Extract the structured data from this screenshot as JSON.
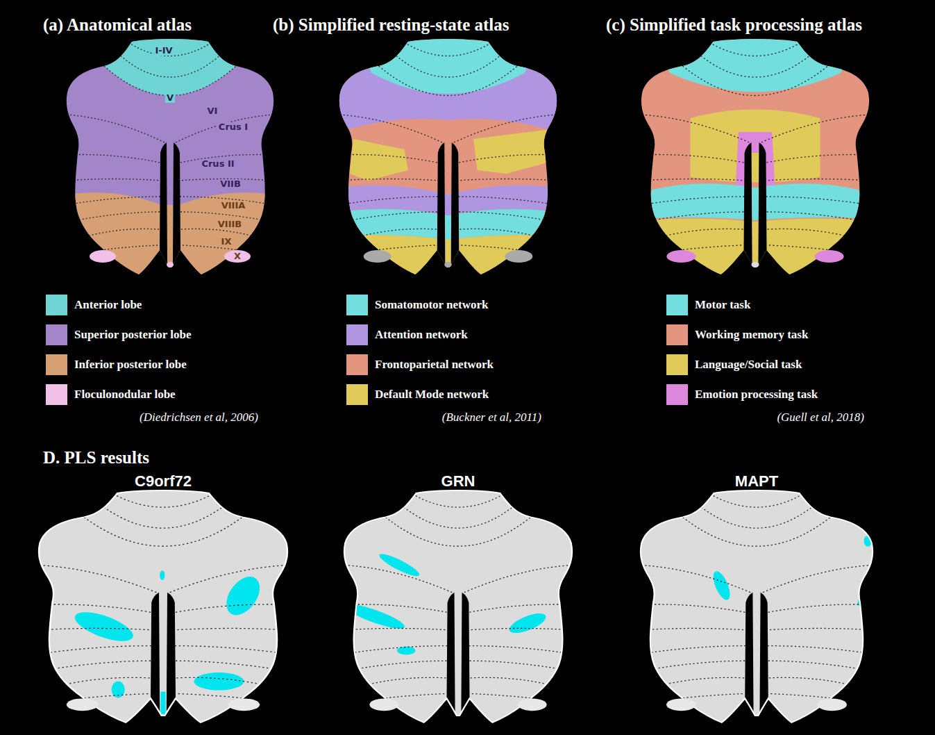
{
  "diagram": {
    "labels": [
      "(a) Anatomical atlas",
      "(b) Simplified resting-state atlas",
      "(c) Simplified task processing atlas",
      "I-IV",
      "V",
      "VI",
      "Crus I",
      "Crus II",
      "VIIB",
      "VIIIA",
      "VIIIB",
      "IX",
      "X",
      "(Diedrichsen et al, 2006)",
      "(Buckner et al, 2011)",
      "(Guell et al, 2018)",
      "D. PLS results",
      "C9orf72",
      "GRN",
      "MAPT"
    ],
    "legend": [
      {
        "text": "Anterior lobe",
        "color": "#6fd4d4"
      },
      {
        "text": "Superior posterior lobe",
        "color": "#a385c9"
      },
      {
        "text": "Inferior posterior lobe",
        "color": "#d6a074"
      },
      {
        "text": "Floculonodular lobe",
        "color": "#f0c0e8"
      },
      {
        "text": "Somatomotor network",
        "color": "#72dede"
      },
      {
        "text": "Attention network",
        "color": "#b096e0"
      },
      {
        "text": "Frontoparietal network",
        "color": "#e39580"
      },
      {
        "text": "Default Mode network",
        "color": "#e0cb5a"
      },
      {
        "text": "Motor task",
        "color": "#72dede"
      },
      {
        "text": "Working memory task",
        "color": "#e39580"
      },
      {
        "text": "Language/Social task",
        "color": "#e0cb5a"
      },
      {
        "text": "Emotion processing task",
        "color": "#dd88dd"
      }
    ]
  }
}
